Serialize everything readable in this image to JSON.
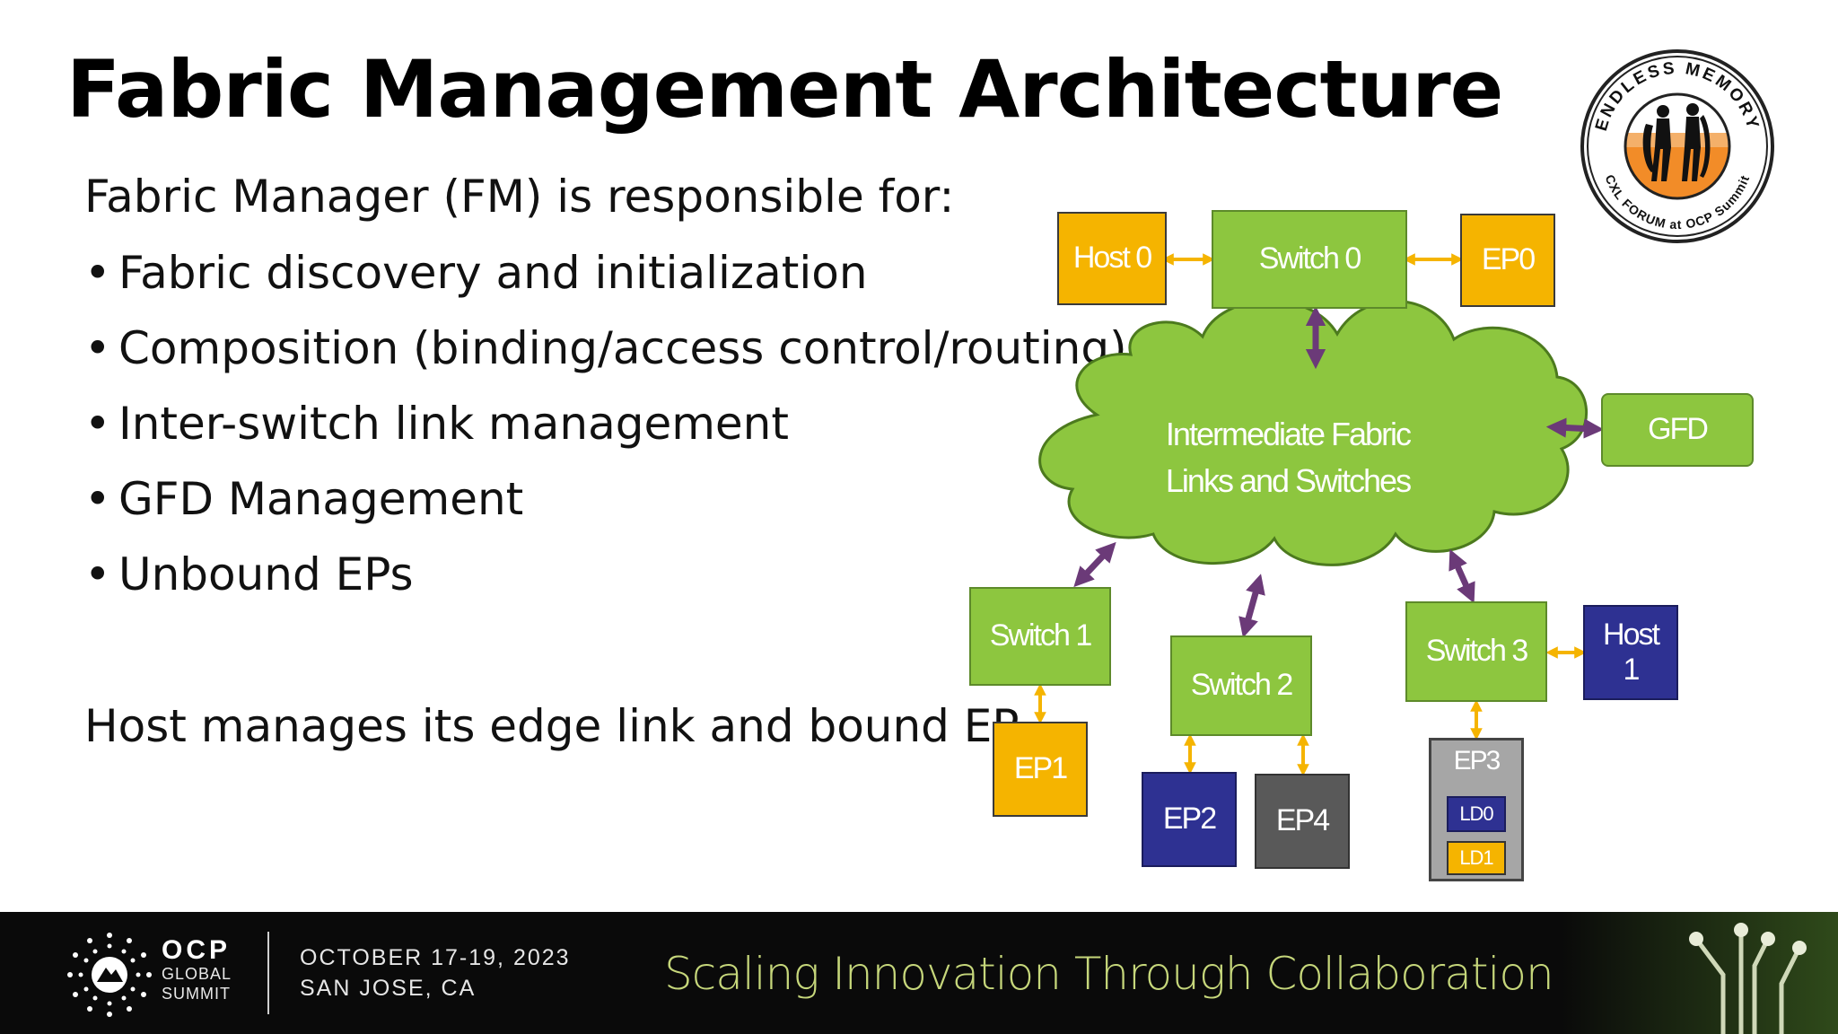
{
  "slide": {
    "title": "Fabric Management Architecture",
    "intro": "Fabric Manager (FM) is responsible for:",
    "bullets": [
      "Fabric discovery and initialization",
      "Composition (binding/access control/routing)",
      "Inter-switch link management",
      "GFD Management",
      "Unbound EPs"
    ],
    "bullet_marker": "•",
    "host_note": "Host manages its edge link and bound EP"
  },
  "diagram": {
    "nodes": {
      "host0": "Host 0",
      "switch0": "Switch 0",
      "ep0": "EP0",
      "gfd": "GFD",
      "switch1": "Switch 1",
      "switch2": "Switch 2",
      "switch3": "Switch 3",
      "host1_line1": "Host",
      "host1_line2": "1",
      "ep1": "EP1",
      "ep2": "EP2",
      "ep4": "EP4",
      "ep3": "EP3",
      "ld0": "LD0",
      "ld1": "LD1"
    },
    "cloud_line1": "Intermediate Fabric",
    "cloud_line2": "Links and Switches",
    "colors": {
      "green": "#8dc63f",
      "yellow": "#f5b400",
      "navy": "#2e3192",
      "grey": "#595959",
      "purple_arrow": "#6b3a78",
      "yellow_arrow": "#f5b400"
    }
  },
  "badge": {
    "top_text": "ENDLESS MEMORY",
    "bottom_text": "CXL FORUM at OCP Summit"
  },
  "footer": {
    "org_big": "OCP",
    "org_line2": "GLOBAL",
    "org_line3": "SUMMIT",
    "date": "OCTOBER 17-19, 2023",
    "location": "SAN JOSE, CA",
    "tagline": "Scaling Innovation Through Collaboration"
  }
}
